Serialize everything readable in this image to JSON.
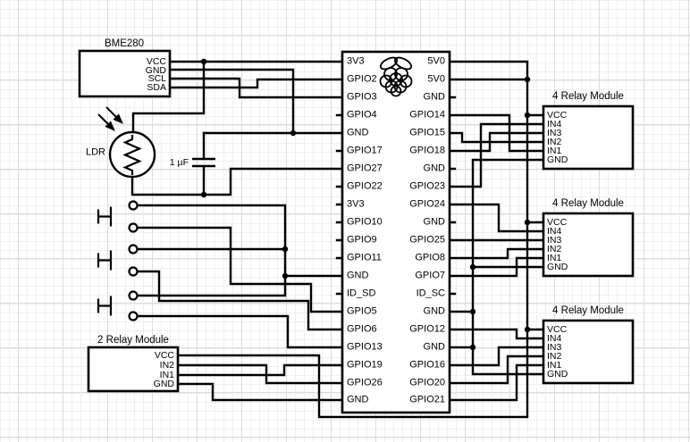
{
  "pi": {
    "left_pins": [
      "3V3",
      "GPIO2",
      "GPIO3",
      "GPIO4",
      "GND",
      "GPIO17",
      "GPIO27",
      "GPIO22",
      "3V3",
      "GPIO10",
      "GPIO9",
      "GPIO11",
      "GND",
      "ID_SD",
      "GPIO5",
      "GPIO6",
      "GPIO13",
      "GPIO19",
      "GPIO26",
      "GND"
    ],
    "right_pins": [
      "5V0",
      "5V0",
      "GND",
      "GPIO14",
      "GPIO15",
      "GPIO18",
      "GND",
      "GPIO23",
      "GPIO24",
      "GND",
      "GPIO25",
      "GPIO8",
      "GPIO7",
      "ID_SC",
      "GND",
      "GPIO12",
      "GND",
      "GPIO16",
      "GPIO20",
      "GPIO21"
    ]
  },
  "bme280": {
    "title": "BME280",
    "pins": [
      "VCC",
      "GND",
      "SCL",
      "SDA"
    ]
  },
  "ldr": {
    "label": "LDR"
  },
  "capacitor": {
    "label": "1 µF"
  },
  "relay2": {
    "title": "2 Relay Module",
    "pins": [
      "VCC",
      "IN2",
      "IN1",
      "GND"
    ]
  },
  "relay4_modules": [
    {
      "title": "4 Relay Module",
      "pins": [
        "VCC",
        "IN4",
        "IN3",
        "IN2",
        "IN1",
        "GND"
      ]
    },
    {
      "title": "4 Relay Module",
      "pins": [
        "VCC",
        "IN4",
        "IN3",
        "IN2",
        "IN1",
        "GND"
      ]
    },
    {
      "title": "4 Relay Module",
      "pins": [
        "VCC",
        "IN4",
        "IN3",
        "IN2",
        "IN1",
        "GND"
      ]
    }
  ],
  "colors": {
    "wire": "#000000",
    "background": "#ffffff",
    "grid_minor": "#efefef",
    "grid_major": "#dcdcdc"
  }
}
